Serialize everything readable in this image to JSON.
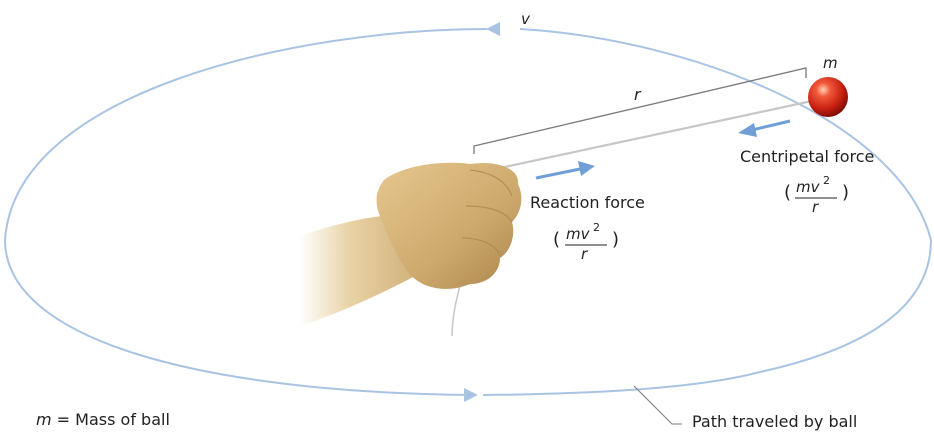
{
  "labels": {
    "velocity": "v",
    "mass": "m",
    "radius": "r",
    "centripetal_force": "Centripetal force",
    "reaction_force": "Reaction force",
    "path_caption": "Path traveled by ball"
  },
  "formula": {
    "open_paren": "(",
    "close_paren": ")",
    "numerator_base": "mv",
    "exponent": "2",
    "denominator": "r"
  },
  "legend": {
    "symbol": "m",
    "equals": " = ",
    "text": "Mass of ball"
  },
  "colors": {
    "orbit": "#a9c4e3",
    "arrow": "#6f9fd6",
    "ball": "#d42a1a",
    "hand": "#cfae75",
    "radius_bracket": "#7a7a7a",
    "string": "#c7c7c7",
    "text": "#222222"
  }
}
